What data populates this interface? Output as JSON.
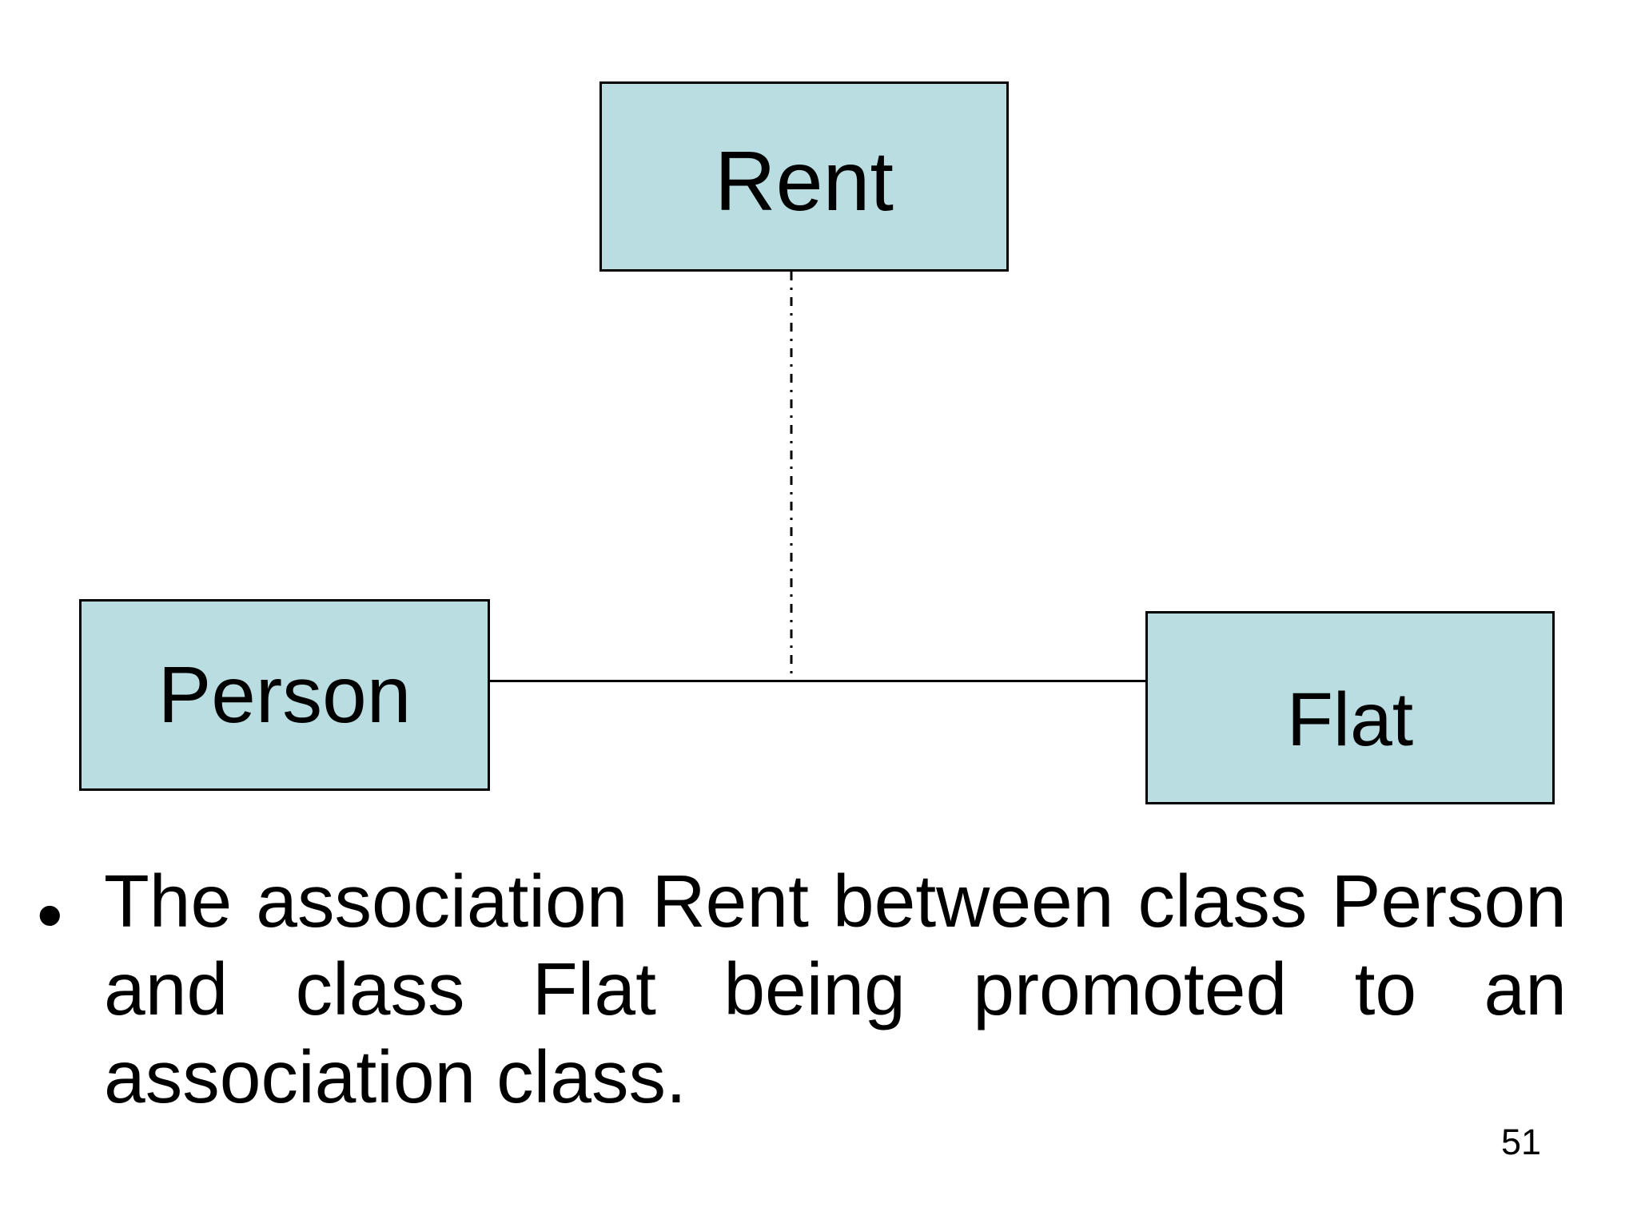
{
  "diagram": {
    "fill_color": "#B9DDE0",
    "border_color": "#000000",
    "line_color": "#000000",
    "rent": {
      "label": "Rent"
    },
    "person": {
      "label": "Person"
    },
    "flat": {
      "label": "Flat"
    },
    "connector_style": "dash-dot"
  },
  "bullet": {
    "marker": "•",
    "lines": [
      "The association Rent between class Person",
      "and class Flat being promoted to an",
      "association class."
    ],
    "text": "The association Rent between class Person and class Flat being promoted to an association class."
  },
  "footer": {
    "page_number": "51"
  }
}
